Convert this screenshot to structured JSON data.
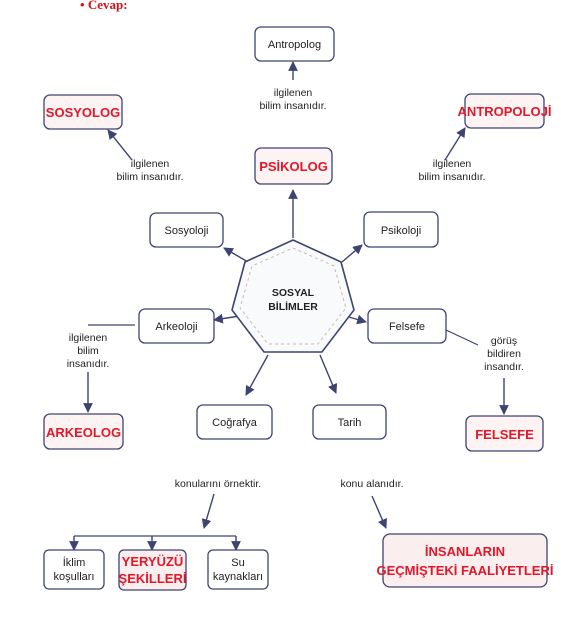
{
  "heading": {
    "bullet": "•",
    "text": "Cevap:"
  },
  "center": {
    "line1": "SOSYAL",
    "line2": "BİLİMLER"
  },
  "disciplines": {
    "sosyoloji": "Sosyoloji",
    "psikoloji": "Psikoloji",
    "arkeoloji": "Arkeoloji",
    "felsefe": "Felsefe",
    "cografya": "Coğrafya",
    "tarih": "Tarih",
    "antropolog": "Antropolog"
  },
  "answers": {
    "sosyolog": "SOSYOLOG",
    "psikolog": "PSİKOLOG",
    "antropoloji": "ANTROPOLOJİ",
    "arkeolog": "ARKEOLOG",
    "felsefe": "FELSEFE",
    "yeryuzu_line1": "YERYÜZÜ",
    "yeryuzu_line2": "ŞEKİLLERİ",
    "insanlarin_line1": "İNSANLARIN",
    "insanlarin_line2": "GEÇMİŞTEKİ FAALİYETLERİ"
  },
  "subtopics": {
    "iklim_line1": "İklim",
    "iklim_line2": "koşulları",
    "su_line1": "Su",
    "su_line2": "kaynakları"
  },
  "connectors": {
    "ilgilenen": "ilgilenen",
    "bilim_insanidir": "bilim insanıdır.",
    "bilim": "bilim",
    "insanidir": "insanıdır.",
    "gorus": "görüş",
    "bildiren": "bildiren",
    "insandir": "insandır.",
    "konularini": "konularını örnektir.",
    "konu_alanidir": "konu alanıdır."
  },
  "colors": {
    "box_border": "#3d4470",
    "answer_red": "#e0182b",
    "arrow": "#3d4470",
    "answer_fill": "#fdf3f3",
    "bottom_fill": "#fbeeee"
  }
}
